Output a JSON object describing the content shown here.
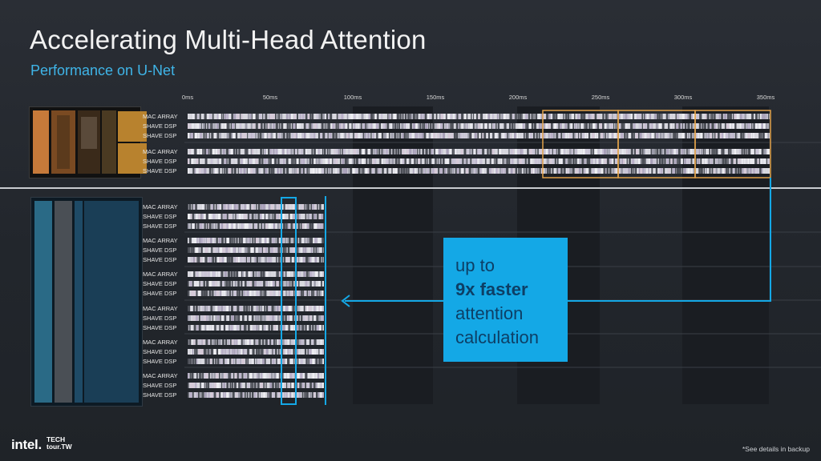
{
  "slide": {
    "title": "Accelerating Multi-Head Attention",
    "subtitle": "Performance on U-Net",
    "footnote": "*See details in backup"
  },
  "timeline": {
    "ticks": [
      "0ms",
      "50ms",
      "100ms",
      "150ms",
      "200ms",
      "250ms",
      "300ms",
      "350ms"
    ],
    "row_labels": [
      "MAC ARRAY",
      "SHAVE DSP",
      "SHAVE DSP"
    ],
    "top_group_count": 2,
    "bottom_group_count": 6
  },
  "callout": {
    "line1": "up to",
    "line2": "9x faster",
    "line3": "attention",
    "line4": "calculation"
  },
  "brand": {
    "logo": "intel.",
    "event_line1": "TECH",
    "event_line2": "tour.TW"
  },
  "colors": {
    "accent_blue": "#14a8e6",
    "highlight_orange": "#e2a24a",
    "background": "#23272d"
  }
}
